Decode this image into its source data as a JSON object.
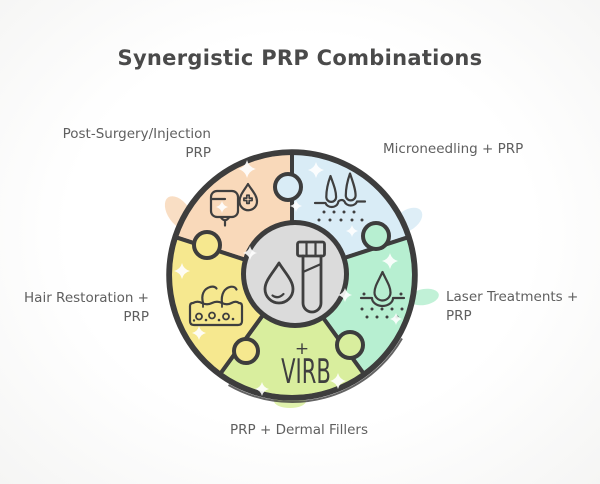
{
  "title": "Synergistic PRP Combinations",
  "colors": {
    "outline": "#3d3d3d",
    "center_fill": "#dbdbdb",
    "sparkle": "#ffffff"
  },
  "diagram": {
    "center": {
      "icons": [
        "blood-droplet-icon",
        "test-tube-icon"
      ]
    },
    "segments": [
      {
        "name": "post-surgery-injection-prp",
        "label_lines": [
          "Post-Surgery/Injection",
          "PRP"
        ],
        "color": "#f9d9ba",
        "icon": "iv-bag-medical-droplet-icon"
      },
      {
        "name": "microneedling-prp",
        "label_lines": [
          "Microneedling + PRP"
        ],
        "color": "#d9ecf6",
        "icon": "microneedles-in-skin-icon"
      },
      {
        "name": "laser-treatments-prp",
        "label_lines": [
          "Laser Treatments +",
          "PRP"
        ],
        "color": "#b7efd1",
        "icon": "droplet-on-skin-icon"
      },
      {
        "name": "prp-dermal-fillers",
        "label_lines": [
          "PRP + Dermal Fillers"
        ],
        "color": "#d9ee9e",
        "logo_text": "VIRB",
        "logo_plus": "+"
      },
      {
        "name": "hair-restoration-prp",
        "label_lines": [
          "Hair Restoration +",
          "PRP"
        ],
        "color": "#f6e88f",
        "icon": "hair-follicles-skin-icon"
      }
    ]
  }
}
